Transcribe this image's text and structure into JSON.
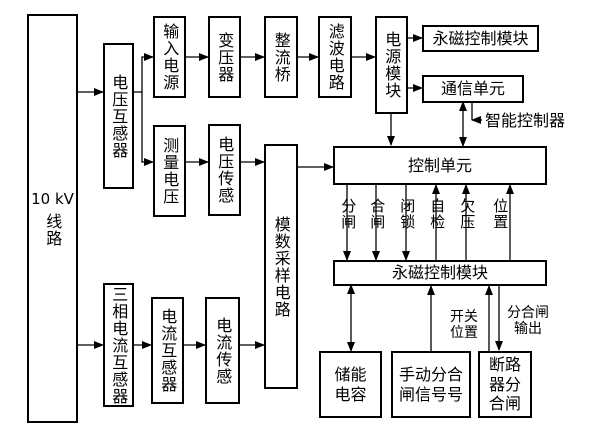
{
  "diagram": {
    "line_block": {
      "top": "10 kV",
      "bottom": "线路"
    },
    "voltage_transformer": "电压互感器",
    "input_power": "输入电源",
    "transformer": "变压器",
    "rectifier_bridge": "整流桥",
    "filter_circuit": "滤波电路",
    "power_module": "电源模块",
    "pm_module_top": "永磁控制模块",
    "comm_unit": "通信单元",
    "smart_controller": "智能控制器",
    "measure_voltage": "测量电压",
    "voltage_sensor": "电压传感",
    "control_unit": "控制单元",
    "analog_sampling": "模数采样电路",
    "signals": {
      "open": "分闸",
      "close": "合闸",
      "lock": "闭锁",
      "self_check": "自检",
      "undervoltage": "欠压",
      "position": "位置"
    },
    "pm_module_main": "永磁控制模块",
    "three_phase_ct": "三相电流互感器",
    "current_transformer": "电流互感器",
    "current_sensor": "电流传感",
    "energy_storage": "储能电容",
    "manual_signal": "手动分合闸信号号",
    "breaker": "断路器分合闸",
    "switch_position": "开关位置",
    "open_close_output": "分合闸输出"
  }
}
